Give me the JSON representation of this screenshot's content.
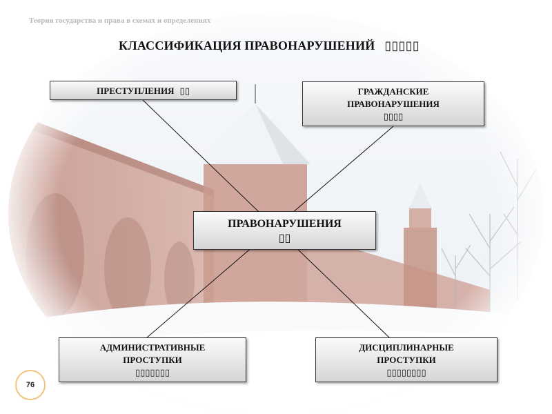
{
  "header": {
    "subtitle": "Теория государства и права в схемах и определениях"
  },
  "title": {
    "text": "КЛАССИФИКАЦИЯ ПРАВОНАРУШЕНИЙ",
    "glyphs": "▯▯▯▯▯"
  },
  "boxes": {
    "crimes": {
      "label": "ПРЕСТУПЛЕНИЯ",
      "glyphs": "▯▯"
    },
    "civil": {
      "line1": "ГРАЖДАНСКИЕ",
      "line2": "ПРАВОНАРУШЕНИЯ",
      "glyphs": "▯▯▯▯"
    },
    "center": {
      "label": "ПРАВОНАРУШЕНИЯ",
      "glyphs": "▯▯"
    },
    "admin": {
      "line1": "АДМИНИСТРАТИВНЫЕ",
      "line2": "ПРОСТУПКИ",
      "glyphs": "▯▯▯▯▯▯▯"
    },
    "disciplinary": {
      "line1": "ДИСЦИПЛИНАРНЫЕ",
      "line2": "ПРОСТУПКИ",
      "glyphs": "▯▯▯▯▯▯▯▯"
    }
  },
  "page_number": "76",
  "colors": {
    "box_fill_top": "#fbfbfb",
    "box_fill_bottom": "#d5d5d5",
    "box_border": "#333333",
    "connector": "#111111",
    "badge_border": "#f2c27a",
    "brick": "#a85a48",
    "sky": "#e6ecf3",
    "snow": "#f6f8fb"
  }
}
